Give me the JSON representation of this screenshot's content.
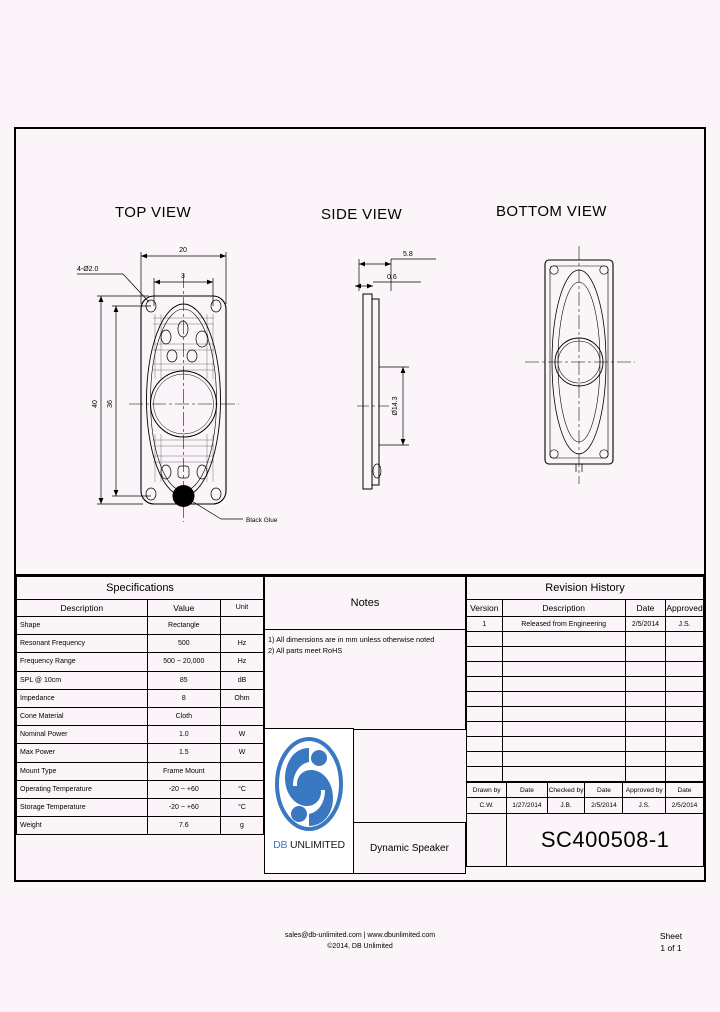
{
  "document": {
    "part_number": "SC400508-1",
    "product_name": "Dynamic Speaker",
    "sheet_label": "Sheet",
    "sheet_number": "1 of 1"
  },
  "views": {
    "top": {
      "title": "TOP VIEW",
      "dim_width": "20",
      "dim_inner_width": "3",
      "dim_height": "40",
      "dim_inner_height": "36",
      "hole_callout": "4-Ø2.0",
      "glue_label": "Black Glue"
    },
    "side": {
      "title": "SIDE VIEW",
      "dim_depth": "5.8",
      "dim_flange": "0.6",
      "dim_diameter": "Ø14.3"
    },
    "bottom": {
      "title": "BOTTOM VIEW"
    }
  },
  "specifications": {
    "title": "Specifications",
    "headers": {
      "description": "Description",
      "value": "Value",
      "unit": "Unit"
    },
    "rows": [
      {
        "description": "Shape",
        "value": "Rectangle",
        "unit": ""
      },
      {
        "description": "Resonant Frequency",
        "value": "500",
        "unit": "Hz"
      },
      {
        "description": "Frequency Range",
        "value": "500 ~ 20,000",
        "unit": "Hz"
      },
      {
        "description": "SPL @ 10cm",
        "value": "85",
        "unit": "dB"
      },
      {
        "description": "Impedance",
        "value": "8",
        "unit": "Ohm"
      },
      {
        "description": "Cone Material",
        "value": "Cloth",
        "unit": ""
      },
      {
        "description": "Nominal Power",
        "value": "1.0",
        "unit": "W"
      },
      {
        "description": "Max Power",
        "value": "1.5",
        "unit": "W"
      },
      {
        "description": "Mount Type",
        "value": "Frame Mount",
        "unit": ""
      },
      {
        "description": "Operating Temperature",
        "value": "-20 ~ +60",
        "unit": "°C"
      },
      {
        "description": "Storage Temperature",
        "value": "-20 ~ +60",
        "unit": "°C"
      },
      {
        "description": "Weight",
        "value": "7.6",
        "unit": "g"
      }
    ]
  },
  "notes": {
    "title": "Notes",
    "lines": [
      "1) All dimensions are in mm unless otherwise noted",
      "2) All parts meet RoHS"
    ]
  },
  "revision_history": {
    "title": "Revision History",
    "headers": {
      "version": "Version",
      "description": "Description",
      "date": "Date",
      "approved": "Approved"
    },
    "rows": [
      {
        "version": "1",
        "description": "Released from Engineering",
        "date": "2/5/2014",
        "approved": "J.S."
      }
    ],
    "empty_row_count": 9
  },
  "title_block": {
    "headers": {
      "drawn_by": "Drawn by",
      "drawn_date": "Date",
      "checked_by": "Checked by",
      "checked_date": "Date",
      "approved_by": "Approved by",
      "approved_date": "Date"
    },
    "values": {
      "drawn_by": "C.W.",
      "drawn_date": "1/27/2014",
      "checked_by": "J.B.",
      "checked_date": "2/5/2014",
      "approved_by": "J.S.",
      "approved_date": "2/5/2014"
    }
  },
  "brand": {
    "logo_db": "DB",
    "logo_unlimited": " UNLIMITED"
  },
  "footer": {
    "contact": "sales@db-unlimited.com | www.dbunlimited.com",
    "copyright": "©2014, DB Unlimited"
  },
  "colors": {
    "brand_blue": "#3b78c2",
    "background": "#fbf5f9",
    "line": "#000000"
  }
}
